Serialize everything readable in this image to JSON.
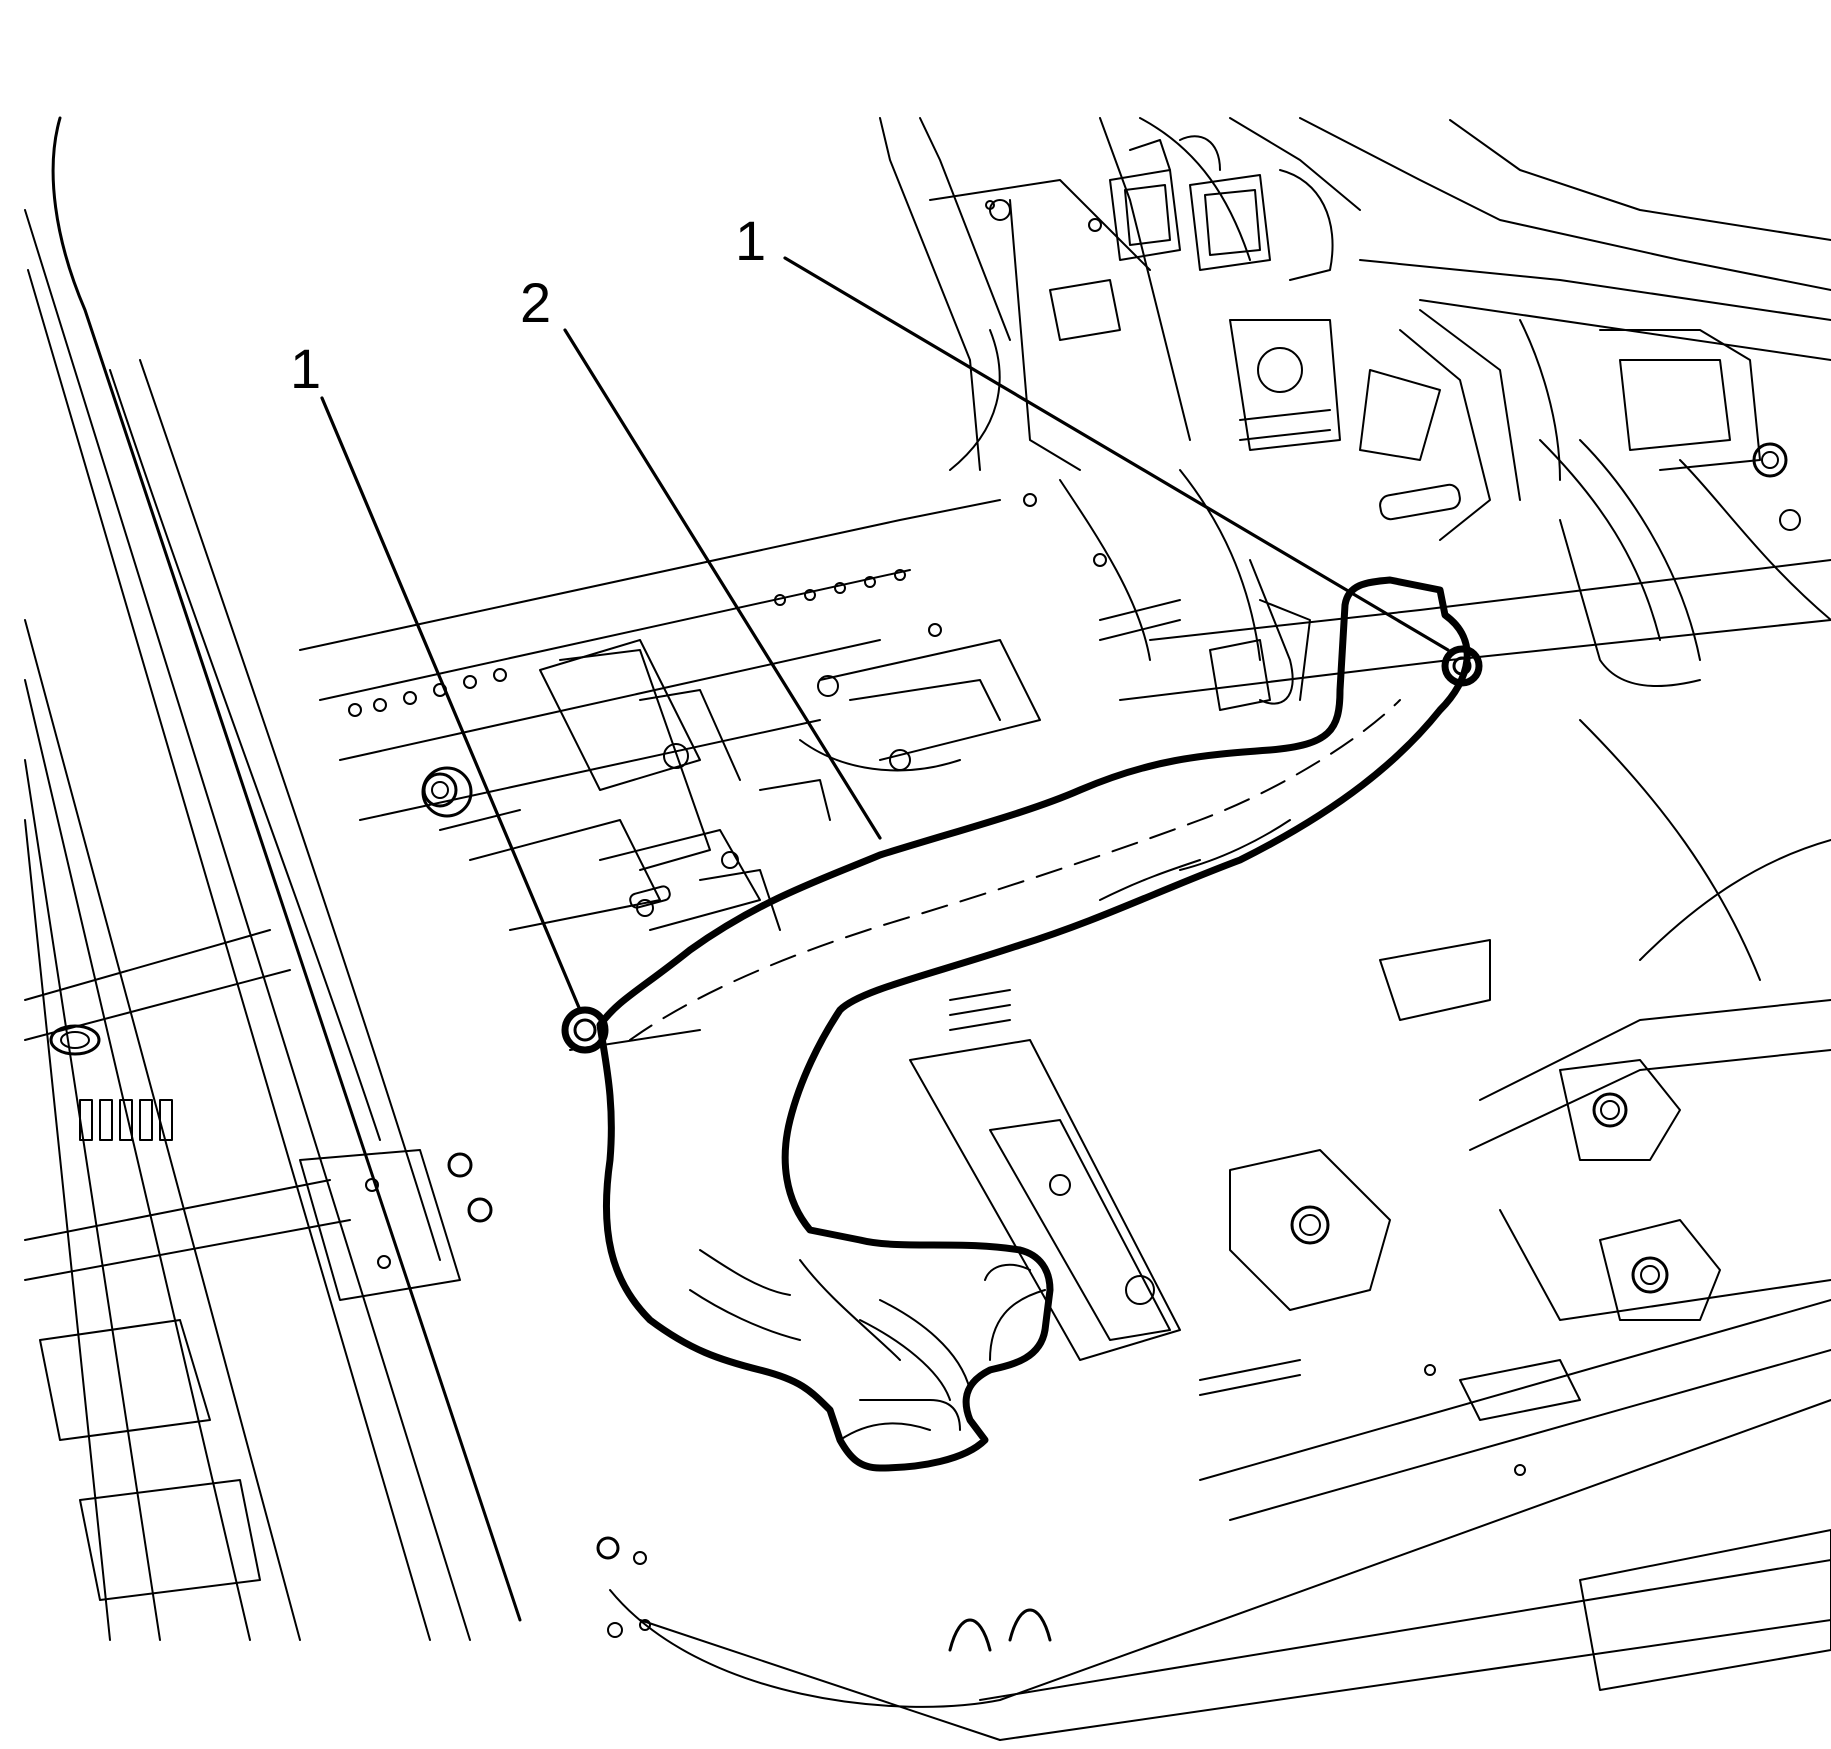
{
  "callouts": [
    {
      "id": "callout-1-left",
      "label": "1"
    },
    {
      "id": "callout-2",
      "label": "2"
    },
    {
      "id": "callout-1-right",
      "label": "1"
    }
  ]
}
